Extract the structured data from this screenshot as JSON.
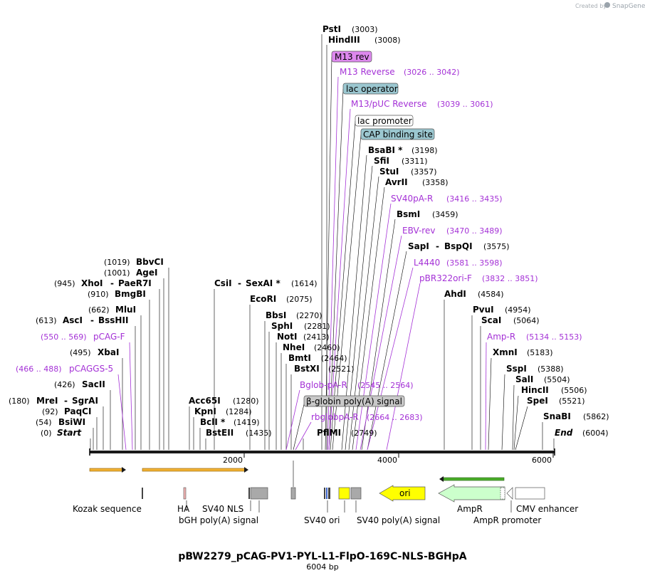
{
  "credit": {
    "text": "Created by",
    "brand": "SnapGene"
  },
  "title": "pBW2279_pCAG-PV1-PYL-L1-FlpO-169C-NLS-BGHpA",
  "subtitle": "6004 bp",
  "axis_ticks": [
    "2000",
    "4000",
    "6000"
  ],
  "sites_left": [
    {
      "name": "BbvCI",
      "num": "(1019)",
      "num_first": true
    },
    {
      "name": "AgeI",
      "num": "(1001)",
      "num_first": true
    },
    {
      "name": "XhoI",
      "name2": "PaeR7I",
      "num": "(945)",
      "num_first": true
    },
    {
      "name": "BmgBI",
      "num": "(910)",
      "num_first": true
    },
    {
      "name": "MluI",
      "num": "(662)",
      "num_first": true
    },
    {
      "name": "AscI",
      "name2": "BssHII",
      "num": "(613)",
      "num_first": true
    },
    {
      "name": "XbaI",
      "num": "(495)",
      "num_first": true
    },
    {
      "name": "SacII",
      "num": "(426)",
      "num_first": true
    },
    {
      "name": "MreI",
      "name2": "SgrAI",
      "num": "(180)",
      "num_first": true
    },
    {
      "name": "PaqCI",
      "num": "(92)",
      "num_first": true
    },
    {
      "name": "BsiWI",
      "num": "(54)",
      "num_first": true
    },
    {
      "name": "Start",
      "num": "(0)",
      "num_first": true,
      "italic": true
    }
  ],
  "sites_mid": [
    {
      "name": "PstI",
      "num": "(3003)"
    },
    {
      "name": "HindIII",
      "num": "(3008)"
    },
    {
      "name": "CsiI",
      "name2": "SexAI *",
      "num": "(1614)"
    },
    {
      "name": "EcoRI",
      "num": "(2075)"
    },
    {
      "name": "BbsI",
      "num": "(2270)"
    },
    {
      "name": "SphI",
      "num": "(2281)"
    },
    {
      "name": "NotI",
      "num": "(2413)"
    },
    {
      "name": "NheI",
      "num": "(2460)"
    },
    {
      "name": "BmtI",
      "num": "(2464)"
    },
    {
      "name": "BstXI",
      "num": "(2521)"
    },
    {
      "name": "Acc65I",
      "num": "(1280)"
    },
    {
      "name": "KpnI",
      "num": "(1284)"
    },
    {
      "name": "BclI *",
      "num": "(1419)"
    },
    {
      "name": "BstEII",
      "num": "(1435)"
    },
    {
      "name": "PflMI",
      "num": "(2749)"
    },
    {
      "name": "BsaBI *",
      "num": "(3198)"
    },
    {
      "name": "SfiI",
      "num": "(3311)"
    },
    {
      "name": "StuI",
      "num": "(3357)"
    },
    {
      "name": "AvrII",
      "num": "(3358)"
    },
    {
      "name": "BsmI",
      "num": "(3459)"
    },
    {
      "name": "SapI",
      "name2": "BspQI",
      "num": "(3575)"
    },
    {
      "name": "AhdI",
      "num": "(4584)"
    },
    {
      "name": "PvuI",
      "num": "(4954)"
    },
    {
      "name": "ScaI",
      "num": "(5064)"
    },
    {
      "name": "XmnI",
      "num": "(5183)"
    },
    {
      "name": "SspI",
      "num": "(5388)"
    },
    {
      "name": "SalI",
      "num": "(5504)"
    },
    {
      "name": "HincII",
      "num": "(5506)"
    },
    {
      "name": "SpeI",
      "num": "(5521)"
    },
    {
      "name": "SnaBI",
      "num": "(5862)"
    },
    {
      "name": "End",
      "num": "(6004)",
      "italic": true
    }
  ],
  "primers": [
    {
      "name": "pCAG-F",
      "range": "(550 .. 569)"
    },
    {
      "name": "pCAGGS-5",
      "range": "(466 .. 488)"
    },
    {
      "name": "M13 Reverse",
      "range": "(3026 .. 3042)"
    },
    {
      "name": "M13/pUC Reverse",
      "range": "(3039 .. 3061)"
    },
    {
      "name": "SV40pA-R",
      "range": "(3416 .. 3435)"
    },
    {
      "name": "EBV-rev",
      "range": "(3470 .. 3489)"
    },
    {
      "name": "L4440",
      "range": "(3581 .. 3598)"
    },
    {
      "name": "pBR322ori-F",
      "range": "(3832 .. 3851)"
    },
    {
      "name": "Bglob-pA-R",
      "range": "(2545 .. 2564)"
    },
    {
      "name": "rbglobpA-R",
      "range": "(2664 .. 2683)"
    },
    {
      "name": "Amp-R",
      "range": "(5134 .. 5153)"
    }
  ],
  "boxed_features": [
    {
      "name": "M13 rev",
      "color": "#dd88ee"
    },
    {
      "name": "lac operator",
      "color": "#9bc7d0"
    },
    {
      "name": "lac promoter",
      "color": "#ffffff"
    },
    {
      "name": "CAP binding site",
      "color": "#9bc7d0"
    },
    {
      "name": "β-globin poly(A) signal",
      "color": "#c8c8c8"
    }
  ],
  "features": {
    "kozak": "Kozak sequence",
    "ha": "HA",
    "sv40_nls": "SV40 NLS",
    "bgh": "bGH poly(A) signal",
    "sv40_ori": "SV40 ori",
    "sv40_polya": "SV40 poly(A) signal",
    "ori": "ori",
    "ampr": "AmpR",
    "ampr_promoter": "AmpR promoter",
    "cmv": "CMV enhancer"
  },
  "colors": {
    "primer": "#a431d6",
    "orf_orange": "#f2b233",
    "orf_green": "#4caf2a",
    "ori_yellow": "#ffff00",
    "ampr_green": "#ccffcc",
    "grey_feature": "#a9a9a9"
  }
}
